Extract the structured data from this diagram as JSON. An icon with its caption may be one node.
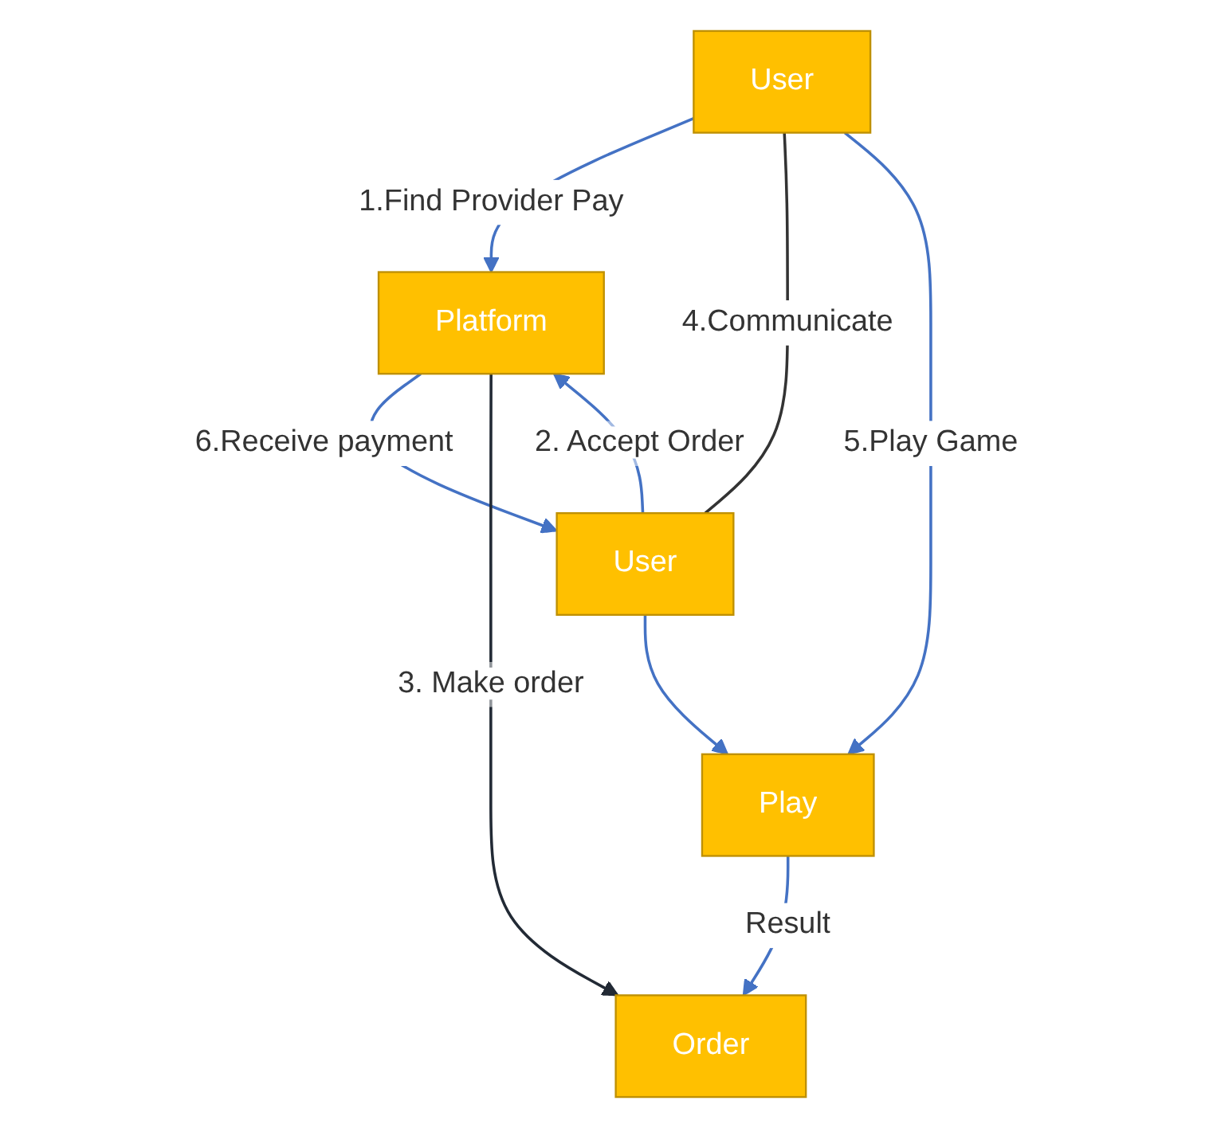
{
  "diagram": {
    "nodes": [
      {
        "text": [
          "User"
        ]
      },
      {
        "text": [
          "Platform"
        ]
      },
      {
        "text": [
          "User"
        ]
      },
      {
        "text": [
          "Order"
        ]
      },
      {
        "text": [
          "Play"
        ]
      }
    ],
    "edges": [
      {
        "from": 0,
        "to": 1,
        "arrow": "to",
        "label": "1.Find Provider Pay"
      },
      {
        "from": 2,
        "to": 1,
        "arrow": "to",
        "label": "2. Accept Order"
      },
      {
        "from": 1,
        "to": 2,
        "arrow": "to",
        "label": "6.Receive payment"
      },
      {
        "from": 1,
        "to": 3,
        "arrow": "to",
        "label": "3. Make order",
        "color": "#222a35"
      },
      {
        "from": 0,
        "to": 2,
        "arrow": "none",
        "label": "4.Communicate",
        "color": "#333333"
      },
      {
        "from": 0,
        "to": 4,
        "arrow": "to",
        "label": "5.Play Game"
      },
      {
        "from": 2,
        "to": 4,
        "arrow": "to"
      },
      {
        "from": 4,
        "to": 3,
        "arrow": "to",
        "label": "Result"
      }
    ]
  }
}
